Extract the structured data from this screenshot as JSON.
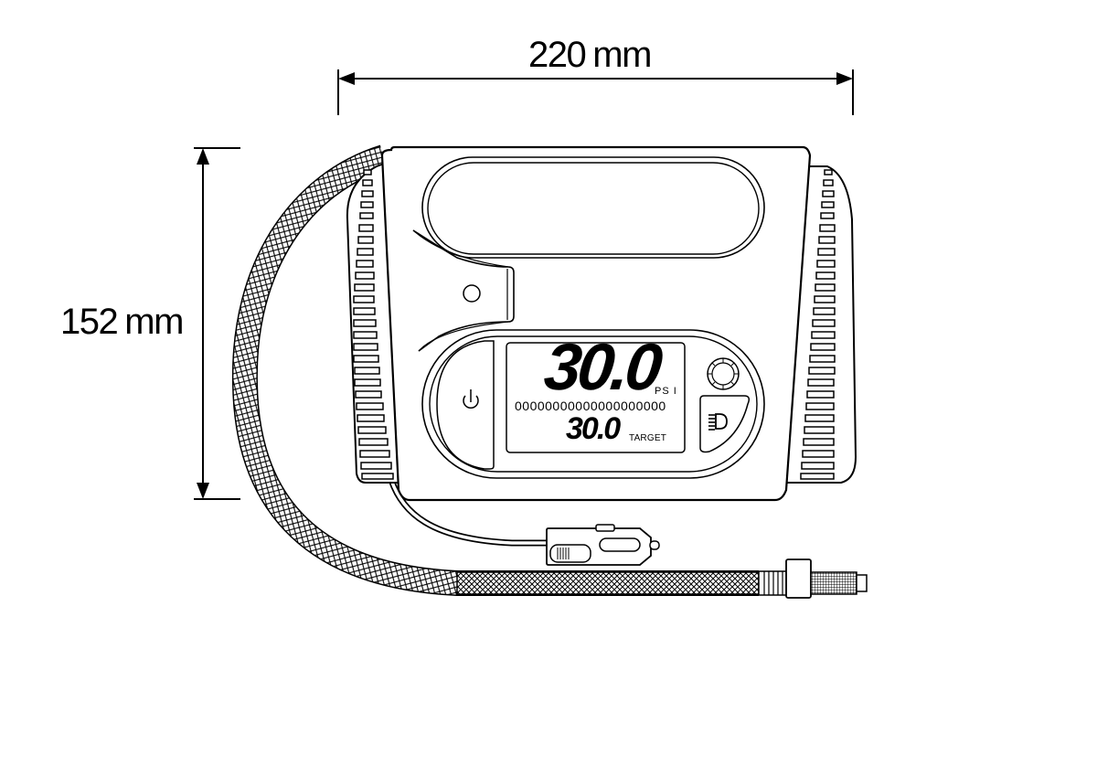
{
  "dimensions": {
    "width": {
      "value": "220",
      "unit": "mm"
    },
    "height": {
      "value": "152",
      "unit": "mm"
    }
  },
  "device": {
    "name": "tire-inflator",
    "display": {
      "current_pressure": "30.0",
      "unit": "PS I",
      "bar_segments": "00000000000000000000",
      "target_pressure": "30.0",
      "target_label": "TARGET"
    },
    "buttons": {
      "power_icon": "power-icon",
      "dial_icon": "dial-knob-icon",
      "light_icon": "headlight-icon"
    },
    "accessories": [
      "braided-air-hose",
      "12v-car-plug",
      "valve-connector"
    ]
  },
  "colors": {
    "line": "#000000",
    "background": "#ffffff"
  }
}
